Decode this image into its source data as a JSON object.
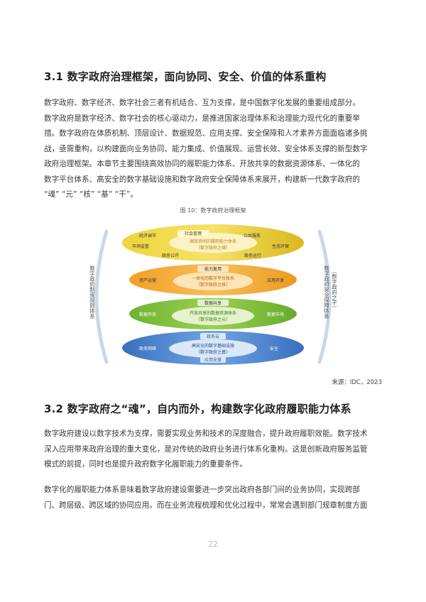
{
  "section1": {
    "heading": "3.1 数字政府治理框架，面向协同、安全、价值的体系重构",
    "paragraph_lines": [
      "数字政府、数字经济、数字社会三者有机结合、互为支撑，是中国数字化发展的重要组成部分。",
      "数字政府是数字经济、数字社会的核心驱动力，是推进国家治理体系和治理能力现代化的重要举",
      "措。数字政府在体质机制、顶层设计、数据规范、应用支撑、安全保障和人才素养方面面临诸多挑",
      "战，亟需重构，以构建面向业务协同、能力集成、价值展现、运营长效、安全体系支撑的新型数字",
      "政府治理框架。本章节主要围绕高效协同的履职能力体系、开放共享的数据资源体系、一体化的",
      "数字平台体系、高安全的数字基础设施和数字政府安全保障体系来展开，构建新一代数字政府的",
      "“魂” “元” “核” “基” “干”。"
    ]
  },
  "figure": {
    "caption": "图 10：数字政府治理框架",
    "left_label": "数字政府制度规则体系",
    "right_label": "数字政府安全保障体系",
    "right_label_sub": "（数字政府之干）",
    "layers": [
      {
        "tags": [
          "经济调节",
          "社会管理",
          "公共服务",
          "市场监管",
          "生态环保",
          "政务公开",
          "政务运行"
        ],
        "center_title": "高效协同的履职能力体系",
        "center_sub": "（数字政府之魂）",
        "color": "#e2c321"
      },
      {
        "tags": [
          "能力复用",
          "资产运营",
          "应用开发"
        ],
        "center_title": "一体化的数字平台体系",
        "center_sub": "（数字政府之核）",
        "color": "#f0a22e"
      },
      {
        "tags": [
          "数据共享",
          "数据开放",
          "数据市场"
        ],
        "center_title": "开放共享的数据资源体系",
        "center_sub": "（数字政府之元）",
        "color": "#7dbb3b"
      },
      {
        "tags": [
          "政务云",
          "政务网络",
          "安全",
          "应用支撑"
        ],
        "center_title": "高安全的数字基础设施",
        "center_sub": "（数字政府之基）",
        "color": "#3f77c7"
      }
    ],
    "source": "来源：IDC，2023"
  },
  "section2": {
    "heading": "3.2 数字政府之“魂”，自内而外，构建数字化政府履职能力体系",
    "paragraph1_lines": [
      "数字政府建设以数字技术为支撑，需要实现业务和技术的深度融合，提升政府履职效能。数字技术",
      "深入应用带来政府治理的重大变化，是对传统的政府业务进行体系化重构。这是创新政府服务监管",
      "模式的前提，同时也是提升政府数字化履职能力的重要条件。"
    ],
    "paragraph2_lines": [
      "数字化的履职能力体系意味着数字政府建设需要进一步突出政府各部门间的业务协同，实现跨部",
      "门、跨层级、跨区域的协同应用。而在业务流程梳理和优化过程中，常常会遇到部门规章制度方面"
    ]
  },
  "page_number": "22"
}
